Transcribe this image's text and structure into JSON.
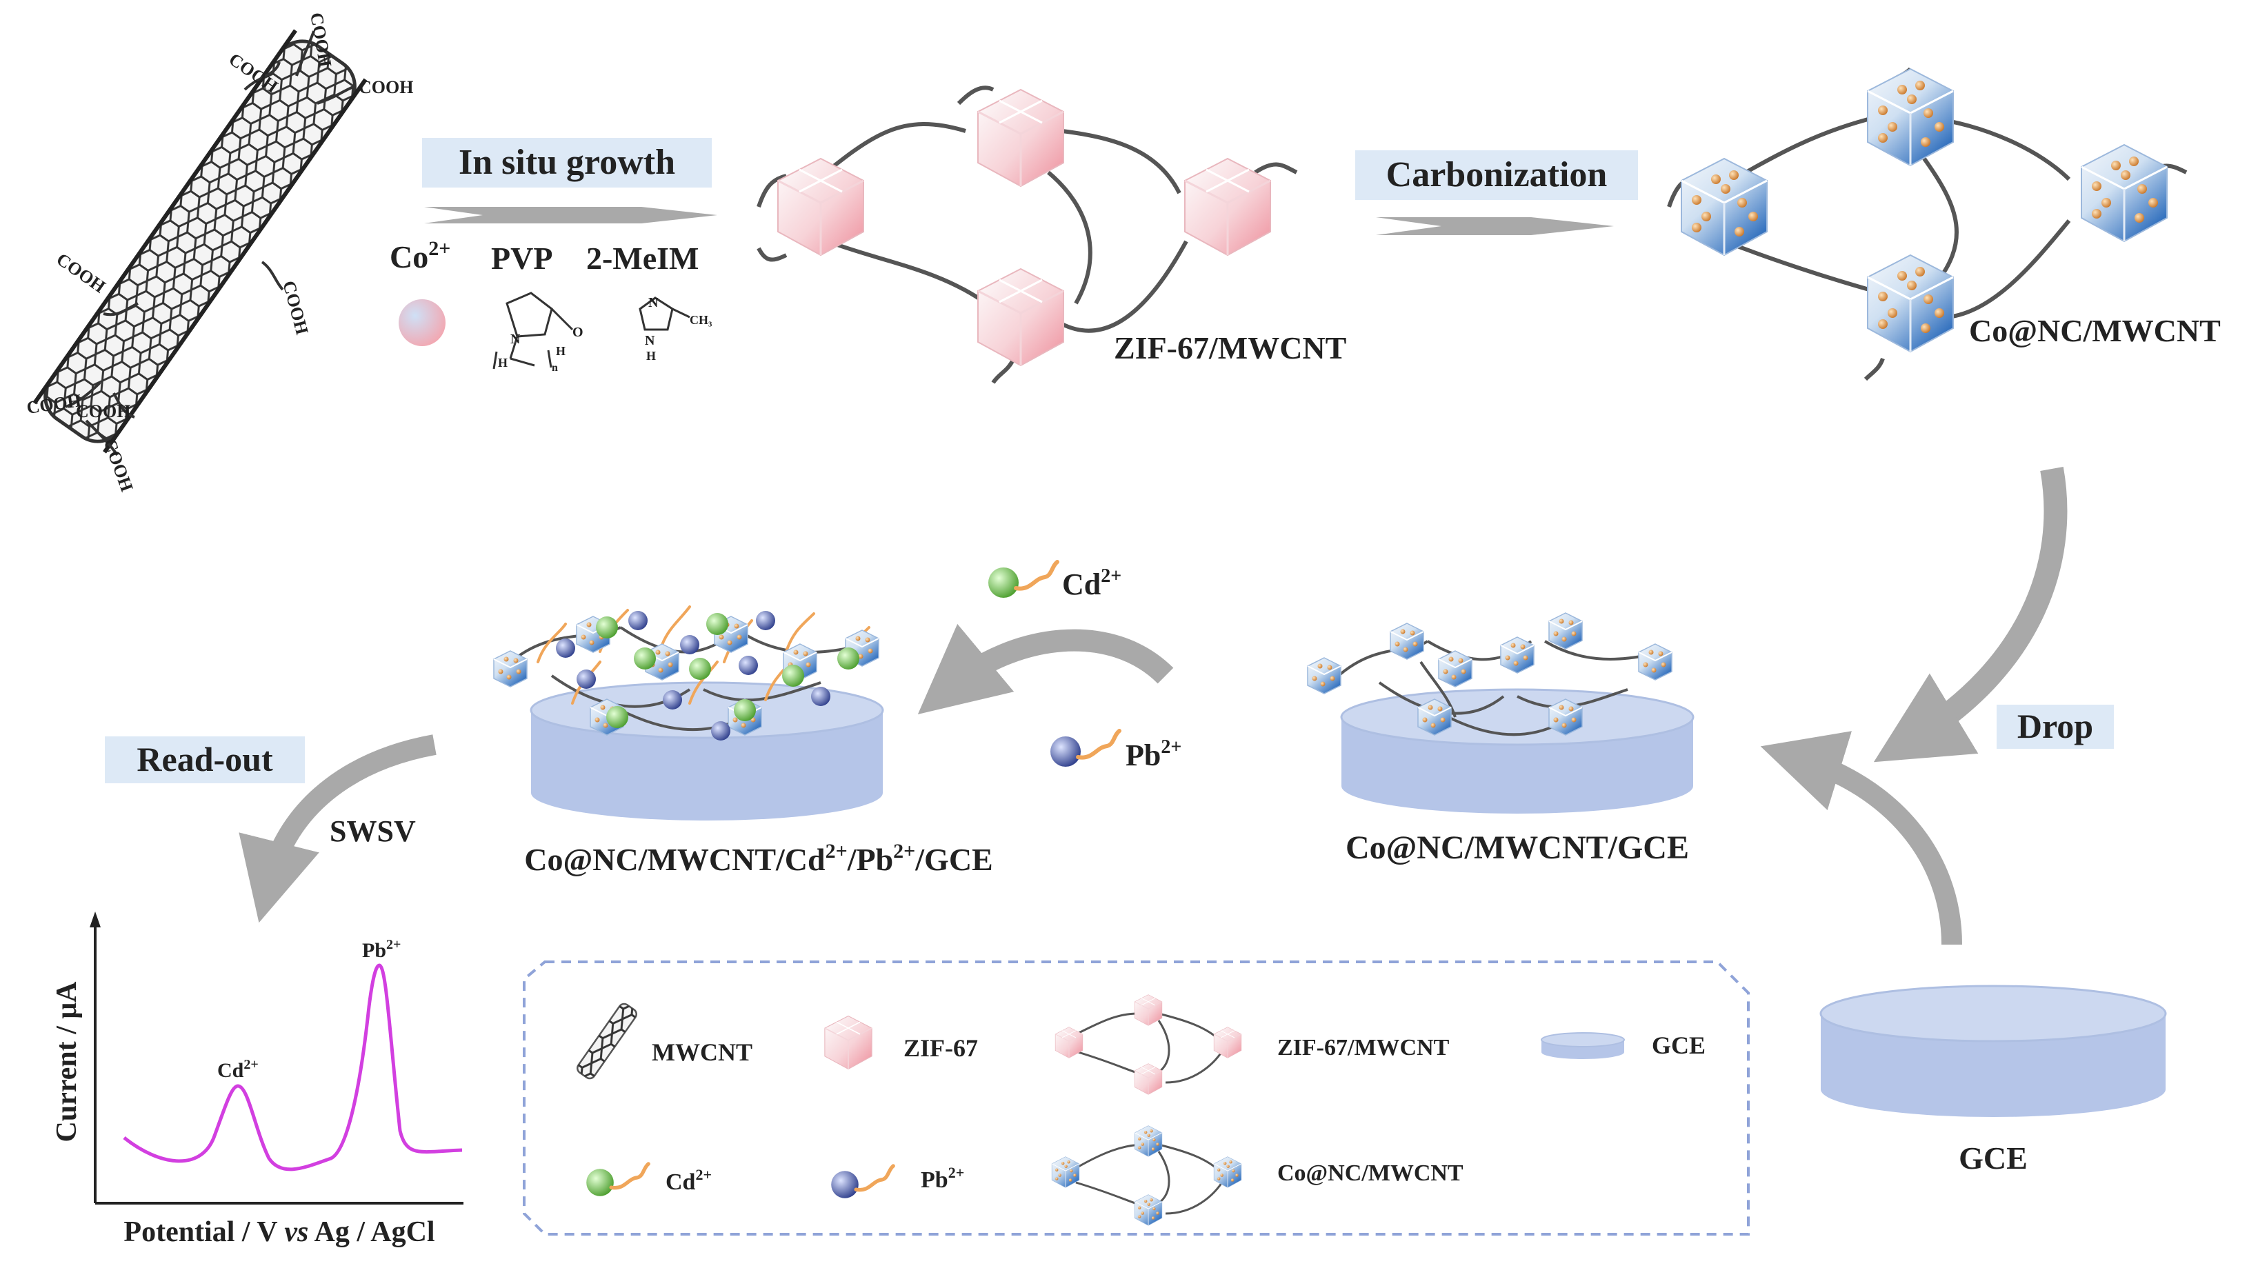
{
  "labels": {
    "step_in_situ": "In situ growth",
    "step_carbonization": "Carbonization",
    "step_drop": "Drop",
    "step_readout": "Read-out",
    "technique": "SWSV",
    "zif_mwcnt": "ZIF-67/MWCNT",
    "co_nc_mwcnt": "Co@NC/MWCNT",
    "modified_electrode": "Co@NC/MWCNT/GCE",
    "loaded_electrode_main": "Co@NC/MWCNT/Cd",
    "loaded_electrode_sup1": "2+",
    "loaded_electrode_mid": "/Pb",
    "loaded_electrode_sup2": "2+",
    "loaded_electrode_end": "/GCE",
    "gce": "GCE"
  },
  "reagents": {
    "co_base": "Co",
    "co_sup": "2+",
    "pvp": "PVP",
    "meim": "2-MeIM",
    "pvp_o": "O",
    "pvp_n": "N",
    "pvp_h1": "H",
    "pvp_h2": "H",
    "pvp_n_sub": "n",
    "meim_n": "N",
    "meim_nh": "N",
    "meim_h": "H",
    "meim_ch3": "CH₃"
  },
  "cnt_groups": [
    "COOH",
    "COOH",
    "COOH",
    "COOH",
    "COOH",
    "COOH",
    "COOH",
    "COOH"
  ],
  "ions": {
    "cd_base": "Cd",
    "cd_sup": "2+",
    "pb_base": "Pb",
    "pb_sup": "2+"
  },
  "plot": {
    "ylabel": "Current / μA",
    "xlabel_part1": "Potential / V ",
    "xlabel_italic": "vs",
    "xlabel_part2": " Ag / AgCl",
    "peak1_base": "Cd",
    "peak1_sup": "2+",
    "peak2_base": "Pb",
    "peak2_sup": "2+",
    "line_color": "#d23fe0"
  },
  "legend": {
    "mwcnt": "MWCNT",
    "zif67": "ZIF-67",
    "zif_mwcnt": "ZIF-67/MWCNT",
    "gce": "GCE",
    "cd_base": "Cd",
    "cd_sup": "2+",
    "pb_base": "Pb",
    "pb_sup": "2+",
    "co_nc_mwcnt": "Co@NC/MWCNT"
  },
  "colors": {
    "label_box": "#dde9f6",
    "arrow_gray": "#a9a9a9",
    "electrode_top": "#c2d0ec",
    "electrode_side": "#b0c1e4",
    "zif_pink": "#f3a3ad",
    "co_blue": "#2e73c4",
    "cd_green": "#6cc24a",
    "pb_blue": "#4a5fb0",
    "legend_border": "#8fa3d8"
  }
}
